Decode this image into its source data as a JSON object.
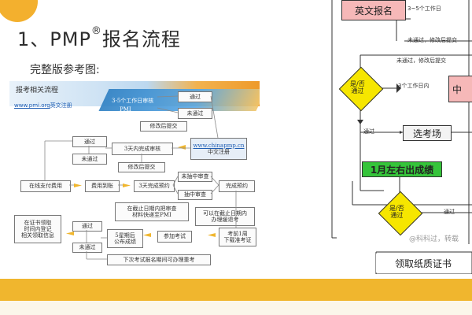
{
  "header": {
    "title": "1、PMP",
    "title_reg": "®",
    "title_suffix": "报名流程",
    "subtitle": "完整版参考图:"
  },
  "left_chart": {
    "header": "报考相关流程",
    "pmi_link": "www.pmi.org",
    "pmi_label": "英文注册",
    "review_top": "3-5个工作日审核",
    "review_top2": "PMI",
    "pass1": "通过",
    "fail1": "未通过",
    "modify1": "修改后提交",
    "pass2": "通过",
    "fail2": "未通过",
    "review_cn": "3天内完成审核",
    "cn_link": "www.chinapmp.cn",
    "cn_label": "中文注册",
    "modify2": "修改后提交",
    "pay_online": "在线支付费用",
    "fee_arrive": "费用到账",
    "reserve3": "3天完成预约",
    "not_drawn": "未抽中审查",
    "drawn": "抽中审查",
    "reserve_done": "完成预约",
    "deadline_note_1": "在截止日期内把审查",
    "deadline_note_2": "材料快递至PMI",
    "cancel_note_1": "可以在截止日期内",
    "cancel_note_2": "办理缓退考",
    "cert_note_1": "在证书领取",
    "cert_note_2": "时间内登记",
    "cert_note_3": "相关领取信息",
    "pass3": "通过",
    "results_1": "5星期后",
    "results_2": "公布成绩",
    "attend": "参加考试",
    "week_1": "考前1周",
    "week_2": "下载准考证",
    "fail3": "未通过",
    "next_exam": "下次考试报名期间可办理重考"
  },
  "right_chart": {
    "en_register": "英文报名",
    "days_note_top": "3~5个工作日",
    "fail_modify_1": "未通过，修改后提交",
    "fail_modify_2": "未通过，修改后提交",
    "decision1_line1": "是/否",
    "decision1_line2": "通过",
    "days_note_mid": "3个工作日内",
    "pass_label_1": "通过",
    "choose_site": "选考场",
    "result_announce": "1月左右出成绩",
    "decision2_line1": "是/否",
    "decision2_line2": "通过",
    "pass_label_2": "通过",
    "watermark": "@科科过，转载",
    "paper_cert": "领取纸质证书",
    "partial_box": "中"
  },
  "colors": {
    "accent_orange": "#f0b62e",
    "pink_box": "#f6b8b8",
    "green_box": "#35c43a",
    "yellow_diamond": "#f6e600"
  }
}
